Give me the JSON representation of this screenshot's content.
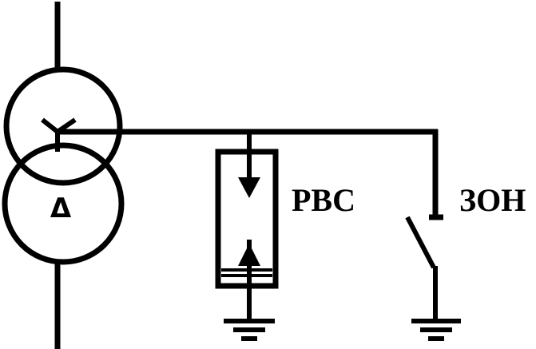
{
  "labels": {
    "arrester": "РВС",
    "grounding_switch": "ЗОН",
    "delta_symbol": "Δ"
  },
  "colors": {
    "line": "#000000",
    "background": "#ffffff"
  },
  "icons": {
    "transformer": "two-winding-transformer-icon",
    "star": "wye-winding-icon",
    "delta": "delta-winding-icon",
    "arrester": "surge-arrester-icon",
    "switch": "grounding-switch-icon",
    "ground": "ground-icon"
  }
}
